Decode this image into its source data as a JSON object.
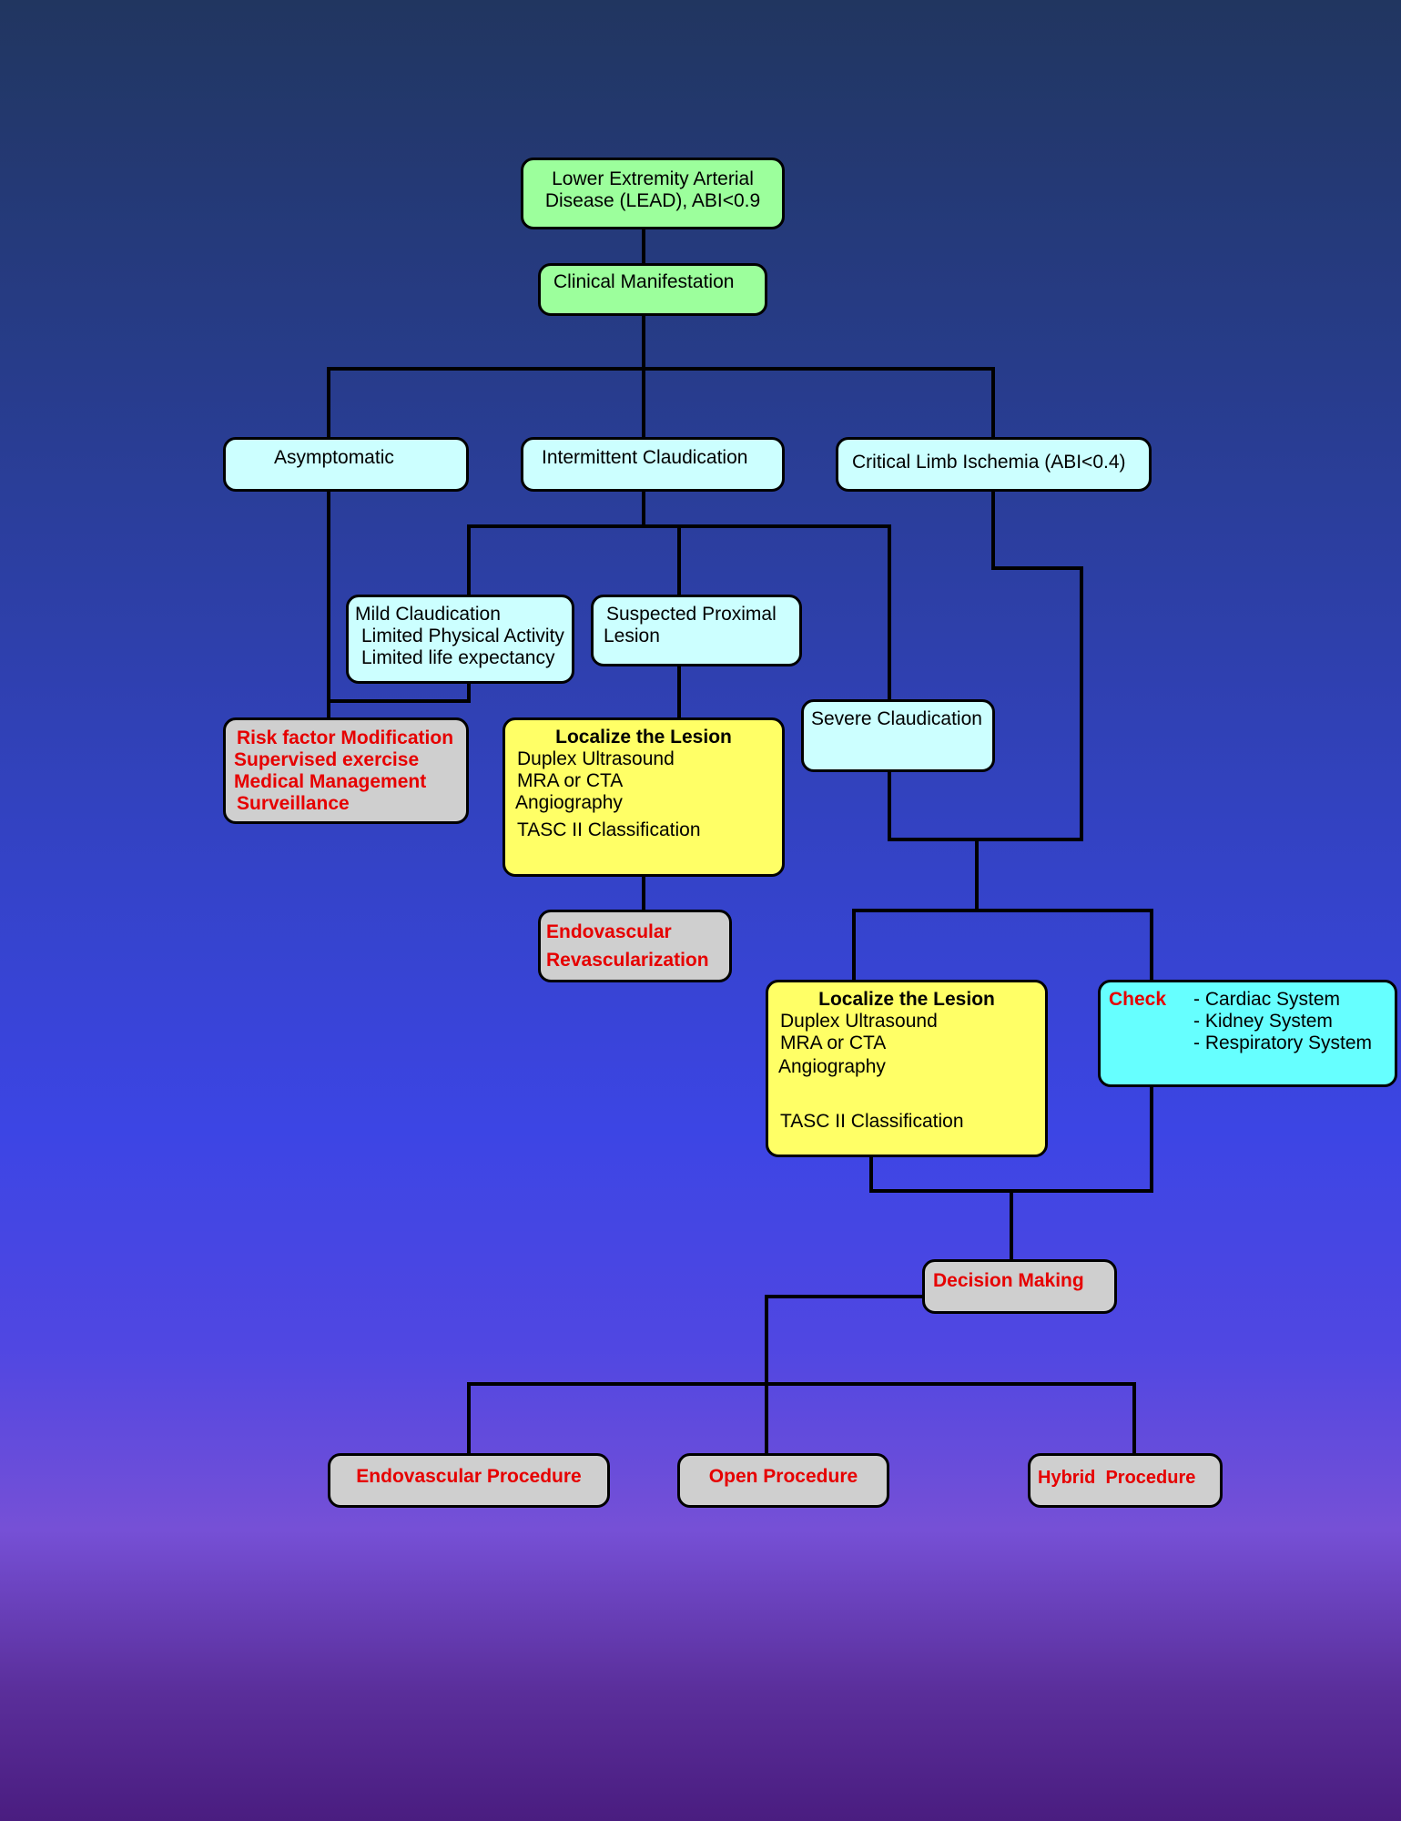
{
  "root": {
    "line1": "Lower Extremity Arterial",
    "line2": "Disease (LEAD), ABI<0.9"
  },
  "clinical": "Clinical Manifestation",
  "asymptomatic": "Asymptomatic",
  "intermittent": "Intermittent Claudication",
  "cli": "Critical Limb Ischemia (ABI<0.4)",
  "mild": {
    "line1": "Mild Claudication",
    "line2": "Limited Physical Activity",
    "line3": "Limited life expectancy"
  },
  "suspected": {
    "line1": "Suspected Proximal",
    "line2": "Lesion"
  },
  "severe": "Severe Claudication",
  "risk": {
    "line1": "Risk factor Modification",
    "line2": "Supervised exercise",
    "line3": "Medical Management",
    "line4": "Surveillance"
  },
  "localize1": {
    "title": "Localize the Lesion",
    "line1": "Duplex Ultrasound",
    "line2": "MRA or CTA",
    "line3": "Angiography",
    "line4": "TASC II Classification"
  },
  "endo_revasc": {
    "line1": "Endovascular",
    "line2": "Revascularization"
  },
  "localize2": {
    "title": "Localize the Lesion",
    "line1": "Duplex Ultrasound",
    "line2": "MRA or CTA",
    "line3": "Angiography",
    "line4": "TASC II Classification"
  },
  "check": {
    "label": "Check",
    "item1": "- Cardiac System",
    "item2": "- Kidney System",
    "item3": "- Respiratory System"
  },
  "decision": "Decision Making",
  "endo_proc": "Endovascular Procedure",
  "open_proc": "Open Procedure",
  "hybrid_proc": "Hybrid  Procedure",
  "colors": {
    "green": "#9cff9c",
    "pale_cyan": "#ccffff",
    "yellow": "#ffff66",
    "grey": "#cfcfcf",
    "cyan": "#66ffff",
    "red_text": "#e60000"
  }
}
